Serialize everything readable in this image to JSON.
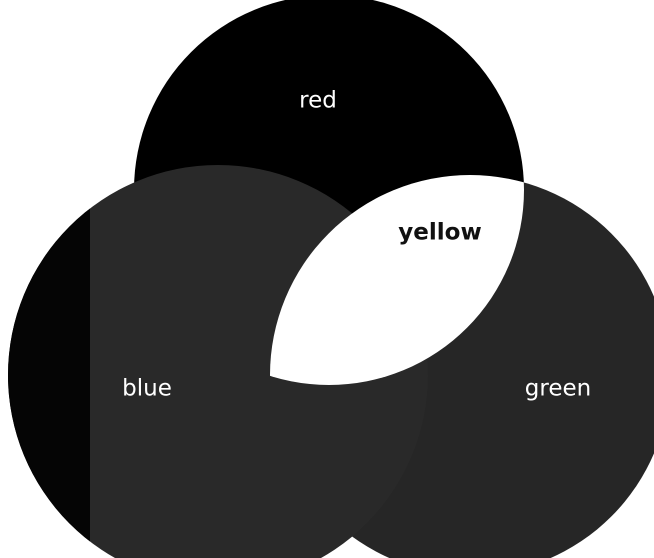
{
  "diagram": {
    "sets": [
      {
        "id": "red",
        "label": "red"
      },
      {
        "id": "blue",
        "label": "blue"
      },
      {
        "id": "green",
        "label": "green"
      }
    ],
    "intersection": {
      "label": "yellow",
      "sets": [
        "red",
        "green"
      ]
    },
    "colors": {
      "background": "#ffffff",
      "red_circle": "#000000",
      "blue_circle": "#292929",
      "blue_left_edge": "#050505",
      "green_circle": "#262626",
      "intersection_fill": "#ffffff",
      "label_light": "#ffffff",
      "label_dark": "#111111"
    }
  }
}
